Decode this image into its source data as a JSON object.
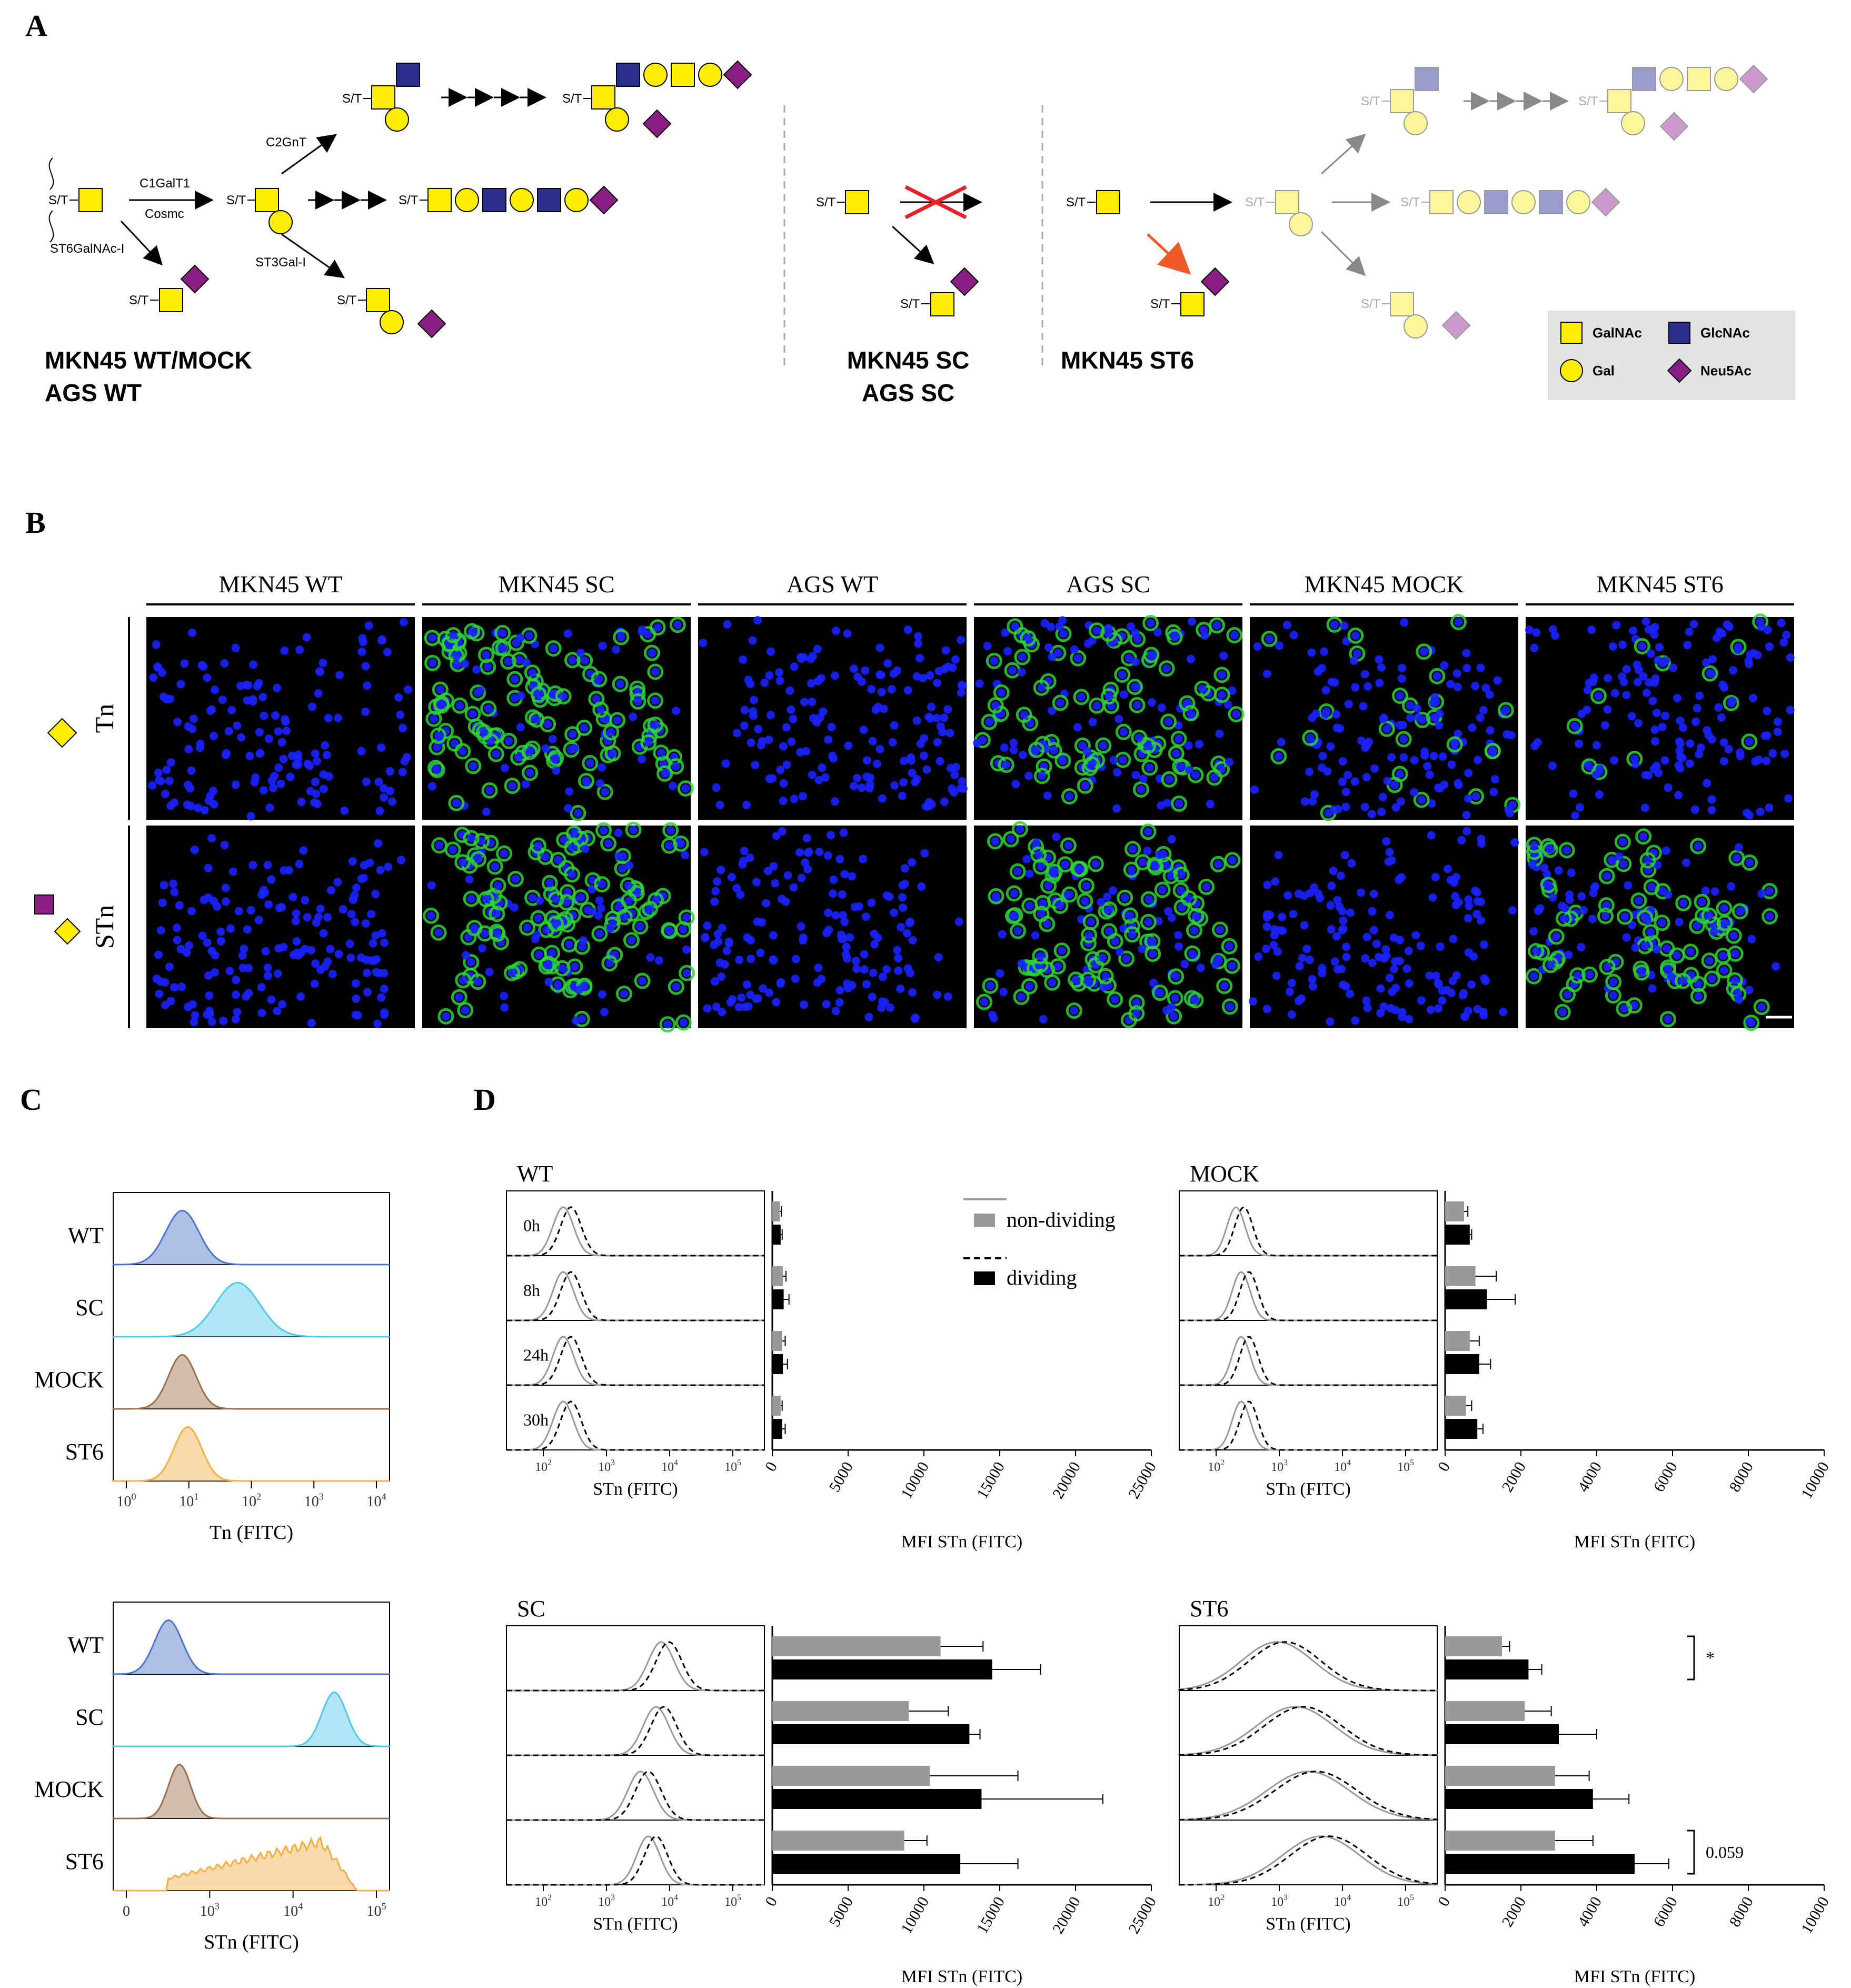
{
  "panels": {
    "A": {
      "letter": "A",
      "enzymes": {
        "c1galt1": "C1GalT1",
        "cosmc": "Cosmc",
        "c2gnt": "C2GnT",
        "st3gal": "ST3Gal-I",
        "st6galnac": "ST6GalNAc-I"
      },
      "st_label": "S/T",
      "group_labels": {
        "wt": [
          "MKN45 WT/MOCK",
          "AGS WT"
        ],
        "sc": [
          "MKN45 SC",
          "AGS SC"
        ],
        "st6": [
          "MKN45 ST6"
        ]
      },
      "legend": [
        {
          "name": "GalNAc",
          "shape": "square",
          "color": "#ffee00"
        },
        {
          "name": "GlcNAc",
          "shape": "square",
          "color": "#2a2e8c"
        },
        {
          "name": "Gal",
          "shape": "circle",
          "color": "#ffee00"
        },
        {
          "name": "Neu5Ac",
          "shape": "diamond",
          "color": "#8b1e83"
        }
      ]
    },
    "B": {
      "letter": "B",
      "columns": [
        "MKN45 WT",
        "MKN45 SC",
        "AGS WT",
        "AGS SC",
        "MKN45 MOCK",
        "MKN45 ST6"
      ],
      "rows": [
        "Tn",
        "STn"
      ],
      "green_intensity": [
        [
          0.02,
          0.8,
          0.02,
          0.55,
          0.12,
          0.06
        ],
        [
          0.03,
          0.75,
          0.04,
          0.7,
          0.02,
          0.45
        ]
      ],
      "colors": {
        "nuclei": "#1a22ff",
        "stain": "#2ed23a"
      }
    },
    "C": {
      "letter": "C",
      "tn": {
        "xlabel": "Tn (FITC)",
        "ticks": [
          "10",
          "10",
          "10",
          "10",
          "10"
        ],
        "tick_exp": [
          "0",
          "1",
          "2",
          "3",
          "4"
        ],
        "labels": [
          "WT",
          "SC",
          "MOCK",
          "ST6"
        ]
      },
      "stn": {
        "xlabel": "STn (FITC)",
        "ticks": [
          "0",
          "10",
          "10",
          "10"
        ],
        "tick_exp": [
          "",
          "3",
          "4",
          "5"
        ],
        "labels": [
          "WT",
          "SC",
          "MOCK",
          "ST6"
        ]
      },
      "colors": [
        "#4e73c8",
        "#4fc8ec",
        "#9b6e4e",
        "#f6ad44"
      ]
    },
    "D": {
      "letter": "D",
      "legend": {
        "nondividing": "non-dividing",
        "dividing": "dividing"
      },
      "timepoints": [
        "0h",
        "8h",
        "24h",
        "30h"
      ],
      "hist_xlabel": "STn (FITC)",
      "hist_ticks": [
        "10",
        "10",
        "10",
        "10"
      ],
      "hist_tick_exp": [
        "2",
        "3",
        "4",
        "5"
      ],
      "bar_xlabel": "MFI STn (FITC)",
      "significance": {
        "star": "*",
        "p": "0.059"
      }
    }
  },
  "chart_data": [
    {
      "type": "bar",
      "title": "WT",
      "xlabel": "MFI STn (FITC)",
      "xlim": [
        0,
        25000
      ],
      "xticks": [
        "0",
        "5000",
        "10000",
        "15000",
        "20000",
        "25000"
      ],
      "categories": [
        "0h",
        "8h",
        "24h",
        "30h"
      ],
      "series": [
        {
          "name": "non-dividing",
          "values": [
            500,
            700,
            650,
            550
          ],
          "errors": [
            100,
            200,
            200,
            100
          ]
        },
        {
          "name": "dividing",
          "values": [
            550,
            750,
            700,
            650
          ],
          "errors": [
            100,
            350,
            300,
            200
          ]
        }
      ]
    },
    {
      "type": "bar",
      "title": "MOCK",
      "xlabel": "MFI STn (FITC)",
      "xlim": [
        0,
        10000
      ],
      "xticks": [
        "0",
        "2000",
        "4000",
        "6000",
        "8000",
        "10000"
      ],
      "categories": [
        "0h",
        "8h",
        "24h",
        "30h"
      ],
      "series": [
        {
          "name": "non-dividing",
          "values": [
            500,
            800,
            650,
            550
          ],
          "errors": [
            100,
            550,
            250,
            150
          ]
        },
        {
          "name": "dividing",
          "values": [
            650,
            1100,
            900,
            850
          ],
          "errors": [
            50,
            750,
            300,
            150
          ]
        }
      ]
    },
    {
      "type": "bar",
      "title": "SC",
      "xlabel": "MFI STn (FITC)",
      "xlim": [
        0,
        25000
      ],
      "xticks": [
        "0",
        "5000",
        "10000",
        "15000",
        "20000",
        "25000"
      ],
      "categories": [
        "0h",
        "8h",
        "24h",
        "30h"
      ],
      "series": [
        {
          "name": "non-dividing",
          "values": [
            11100,
            9000,
            10400,
            8700
          ],
          "errors": [
            2800,
            2600,
            5800,
            1500
          ]
        },
        {
          "name": "dividing",
          "values": [
            14500,
            13000,
            13800,
            12400
          ],
          "errors": [
            3200,
            700,
            8000,
            3800
          ]
        }
      ]
    },
    {
      "type": "bar",
      "title": "ST6",
      "xlabel": "MFI STn (FITC)",
      "xlim": [
        0,
        10000
      ],
      "xticks": [
        "0",
        "2000",
        "4000",
        "6000",
        "8000",
        "10000"
      ],
      "categories": [
        "0h",
        "8h",
        "24h",
        "30h"
      ],
      "series": [
        {
          "name": "non-dividing",
          "values": [
            1500,
            2100,
            2900,
            2900
          ],
          "errors": [
            200,
            700,
            900,
            1000
          ]
        },
        {
          "name": "dividing",
          "values": [
            2200,
            3000,
            3900,
            5000
          ],
          "errors": [
            350,
            1000,
            950,
            900
          ]
        }
      ],
      "annotations": [
        "*",
        "0.059"
      ]
    }
  ]
}
